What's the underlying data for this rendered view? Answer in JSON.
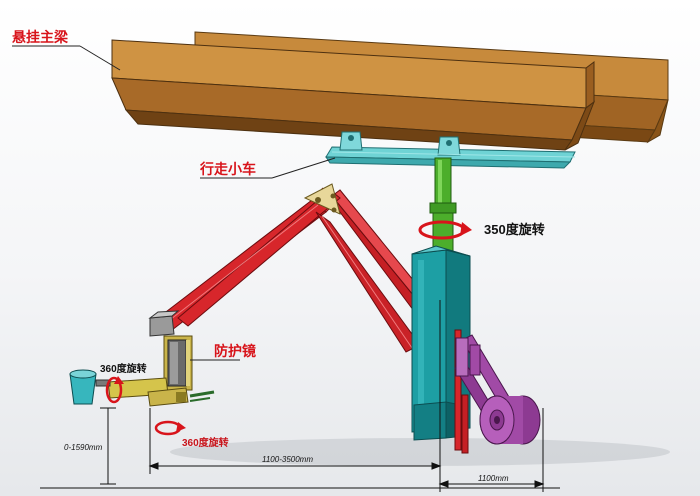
{
  "labels": {
    "main_beam": "悬挂主梁",
    "trolley": "行走小车",
    "rotation_column": "350度旋转",
    "shield": "防护镜",
    "rotation_tool": "360度旋转",
    "rotation_base": "360度旋转"
  },
  "dimensions": {
    "vertical": "0-1590mm",
    "horizontal": "1100-3500mm",
    "offset": "1100mm"
  },
  "colors": {
    "beam": "#b2752c",
    "trolley": "#5bc6c9",
    "column": "#1d9fa4",
    "post": "#4cae2b",
    "arm": "#d7262b",
    "shield_frame": "#c9b44a",
    "counterweight": "#a14aa6",
    "label_red": "#d8141b"
  }
}
